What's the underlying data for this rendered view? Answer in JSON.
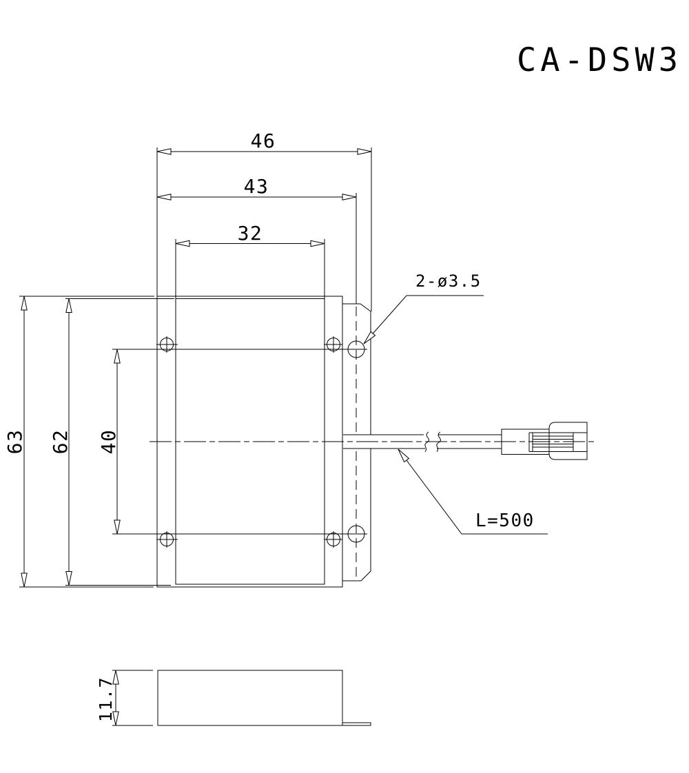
{
  "title": "CA-DSW3",
  "front_view": {
    "dim_overall_width": "46",
    "dim_hole_center_width": "43",
    "dim_window_width": "32",
    "dim_overall_height": "63",
    "dim_face_height": "62",
    "dim_hole_spacing": "40",
    "hole_callout": "2-ø3.5",
    "cable_label": "L=500"
  },
  "side_view": {
    "dim_thickness": "11.7"
  },
  "colors": {
    "line": "#000000",
    "background": "#ffffff"
  }
}
